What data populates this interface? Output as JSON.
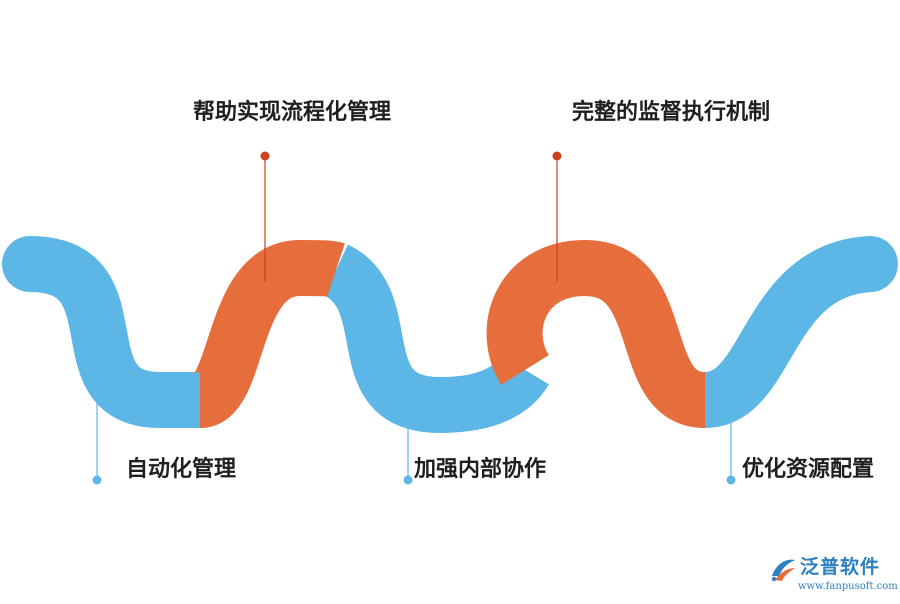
{
  "diagram": {
    "steps": [
      {
        "label": "帮助实现流程化管理",
        "position": "top"
      },
      {
        "label": "完整的监督执行机制",
        "position": "top"
      },
      {
        "label": "自动化管理",
        "position": "bottom"
      },
      {
        "label": "加强内部协作",
        "position": "bottom"
      },
      {
        "label": "优化资源配置",
        "position": "bottom"
      }
    ]
  },
  "colors": {
    "blue": "#5db7e6",
    "orange": "#e66d3c",
    "dot_orange": "#c9431c",
    "dot_blue": "#5db7e6",
    "text": "#1f1f1f",
    "brand": "#2c7fc0"
  },
  "brand": {
    "name": "泛普软件",
    "url": "www.fanpusoft.com",
    "logo_icon": "fanpu-logo-icon"
  }
}
